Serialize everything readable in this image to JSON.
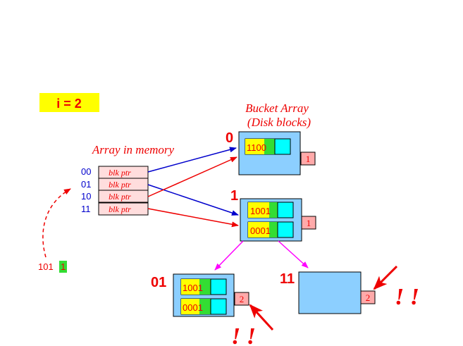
{
  "global_depth": {
    "label": "i = 2"
  },
  "bucket_array": {
    "title_line1": "Bucket Array",
    "title_line2": "(Disk blocks)"
  },
  "memory_array": {
    "title": "Array in memory",
    "rows": [
      {
        "index": "00",
        "ptr": "blk ptr"
      },
      {
        "index": "01",
        "ptr": "blk ptr"
      },
      {
        "index": "10",
        "ptr": "blk ptr"
      },
      {
        "index": "11",
        "ptr": "blk ptr"
      }
    ]
  },
  "buckets": {
    "b0": {
      "label": "0",
      "keys": [
        {
          "prefix": "110",
          "rest": "0"
        }
      ],
      "depth": "1"
    },
    "b1": {
      "label": "1",
      "keys": [
        {
          "prefix": "1",
          "rest": "001"
        },
        {
          "prefix": "0",
          "rest": "001"
        }
      ],
      "depth": "1"
    },
    "b01": {
      "label": "01",
      "keys": [
        {
          "prefix": "100",
          "rest": "1"
        },
        {
          "prefix": "000",
          "rest": "1"
        }
      ],
      "depth": "2"
    },
    "b11": {
      "label": "11",
      "keys": [],
      "depth": "2"
    }
  },
  "inserted_key": {
    "prefix": "101",
    "last": "1"
  },
  "exclaim": {
    "text": "! !"
  },
  "colors": {
    "bucket_fill": "#8ccfff",
    "key_yellow": "#ffff00",
    "key_green": "#33dd33",
    "key_cyan": "#00ffff",
    "row_fill": "#ffdddd",
    "label_red": "#ee0000",
    "label_blue": "#0000cc",
    "arrow_blue": "#0000cc",
    "arrow_red": "#ee0000",
    "arrow_magenta": "#ff00ff"
  }
}
